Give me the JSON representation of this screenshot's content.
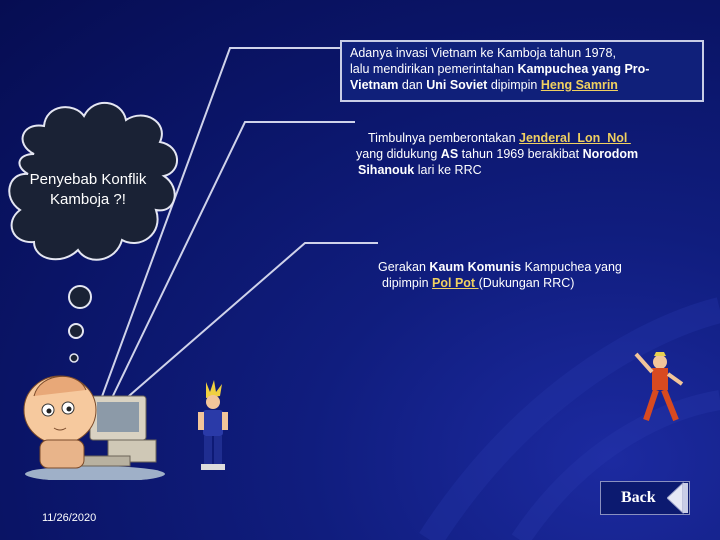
{
  "cloud": {
    "label": "Penyebab Konflik Kamboja ?!"
  },
  "box1": {
    "line1": "Adanya invasi Vietnam ke Kamboja tahun 1978,",
    "line2_a": "lalu mendirikan pemerintahan ",
    "line2_b": "Kampuchea yang Pro-",
    "line3_a": "Vietnam",
    "line3_b": " dan ",
    "line3_c": "Uni Soviet",
    "line3_d": " dipimpin ",
    "line3_link": "Heng Samrin"
  },
  "point2": {
    "a": "Timbulnya pemberontakan ",
    "link": "Jenderal  Lon  Nol ",
    "b": "yang didukung ",
    "c": "AS",
    "d": " tahun 1969 berakibat ",
    "e": "Norodom",
    "f": "Sihanouk",
    "g": " lari ke RRC"
  },
  "point3": {
    "a": "Gerakan ",
    "b": "Kaum Komunis",
    "c": " Kampuchea yang",
    "d": "dipimpin ",
    "link": "Pol Pot ",
    "e": "(Dukungan RRC)"
  },
  "footer": {
    "date": "11/26/2020",
    "back_label": "Back"
  },
  "colors": {
    "background": "#0a1466",
    "link": "#f0d060",
    "cloud": "#1a2235"
  }
}
